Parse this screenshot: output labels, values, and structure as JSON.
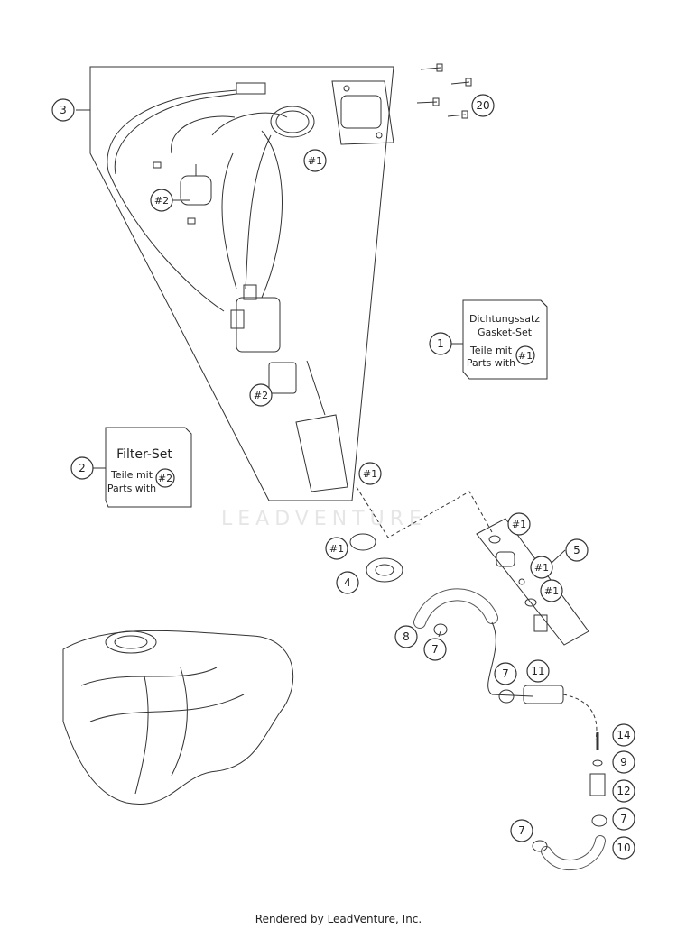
{
  "callouts": {
    "c1": "1",
    "c2": "2",
    "c3": "3",
    "c4": "4",
    "c5": "5",
    "c7": "7",
    "c8": "8",
    "c9": "9",
    "c10": "10",
    "c11": "11",
    "c12": "12",
    "c14": "14",
    "c20": "20",
    "ref1": "#1",
    "ref2": "#2"
  },
  "gasket_box": {
    "title_de": "Dichtungssatz",
    "title_en": "Gasket-Set",
    "line_de": "Teile mit",
    "line_en": "Parts with",
    "ref": "#1"
  },
  "filter_box": {
    "title": "Filter-Set",
    "line_de": "Teile mit",
    "line_en": "Parts with",
    "ref": "#2"
  },
  "watermark": "LEADVENTURE",
  "footer": "Rendered by LeadVenture, Inc."
}
